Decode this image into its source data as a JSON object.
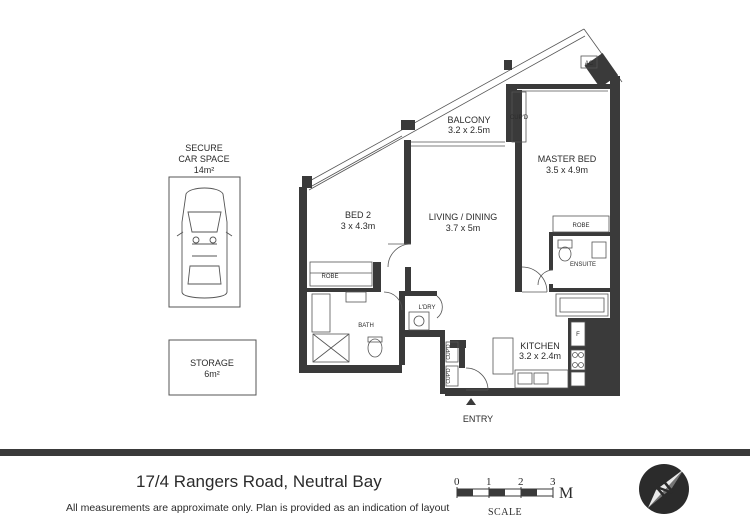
{
  "car_space": {
    "line1": "SECURE",
    "line2": "CAR SPACE",
    "area": "14m²"
  },
  "storage": {
    "label": "STORAGE",
    "area": "6m²"
  },
  "rooms": {
    "balcony": {
      "name": "BALCONY",
      "dims": "3.2 x 2.5m"
    },
    "master_bed": {
      "name": "MASTER BED",
      "dims": "3.5 x 4.9m"
    },
    "bed2": {
      "name": "BED 2",
      "dims": "3 x 4.3m"
    },
    "living": {
      "name": "LIVING / DINING",
      "dims": "3.7 x 5m"
    },
    "kitchen": {
      "name": "KITCHEN",
      "dims": "3.2 x 2.4m"
    },
    "bath": {
      "name": "BATH"
    },
    "ensuite": {
      "name": "ENSUITE"
    },
    "laundry": {
      "name": "L'DRY"
    }
  },
  "fixtures": {
    "ac": "AC",
    "cupd": "CUP'D",
    "robe": "ROBE",
    "fridge": "F"
  },
  "entry": "ENTRY",
  "footer": {
    "address": "17/4 Rangers Road, Neutral Bay",
    "disclaimer": "All measurements are approximate only. Plan is provided as an indication of layout"
  },
  "scale": {
    "ticks": [
      "0",
      "1",
      "2",
      "3"
    ],
    "unit": "M",
    "title": "SCALE"
  },
  "compass": {
    "letter": "N"
  },
  "colors": {
    "wall": "#3a3a3a",
    "line": "#555555",
    "text": "#2b2b2b"
  }
}
